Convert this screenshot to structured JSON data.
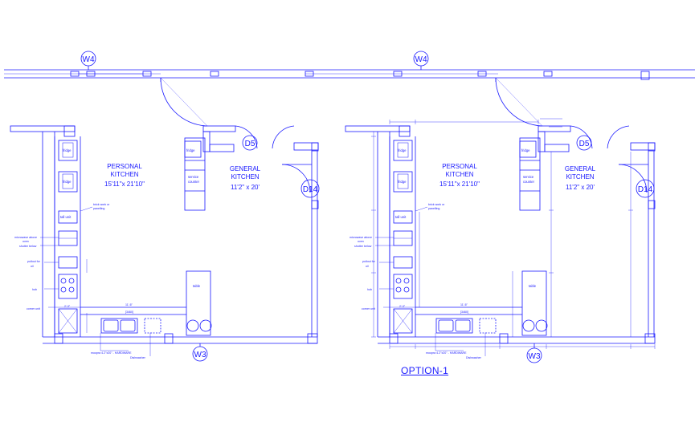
{
  "window_tag": "W4",
  "bottom_window_tag": "W3",
  "door_tags": [
    "D5",
    "D14"
  ],
  "personal_kitchen": {
    "name_line1": "PERSONAL",
    "name_line2": "KITCHEN",
    "size": "15'11\"x 21'10\""
  },
  "general_kitchen": {
    "name_line1": "GENERAL",
    "name_line2": "KITCHEN",
    "size": "11'2\" x 20'"
  },
  "equipment_labels": {
    "fridge": "fridge",
    "service_counter_1": "service",
    "service_counter_2": "counter",
    "tall_unit": "tall unit",
    "brick_work_1": "brick work or",
    "brick_work_2": "panelling",
    "microwave_1": "microwave above",
    "microwave_2": "oven",
    "shutter_below": "shutter below",
    "pullout_1": "pullout for",
    "pullout_2": "oil",
    "hob": "hob",
    "corner_unit": "corner unit",
    "table": "table",
    "dimension_21": "21'",
    "dimension_11_6": "11'-6\"",
    "dimension_3460": "[3460]",
    "dimension_2_3": "2'-3\"",
    "sink_note": "moopra 4.2\"x20\" - HARDWARE",
    "dishwasher": "Dishwasher"
  },
  "option_caption": "OPTION-1",
  "colors": {
    "line": "#1a1aff",
    "background": "#ffffff"
  }
}
